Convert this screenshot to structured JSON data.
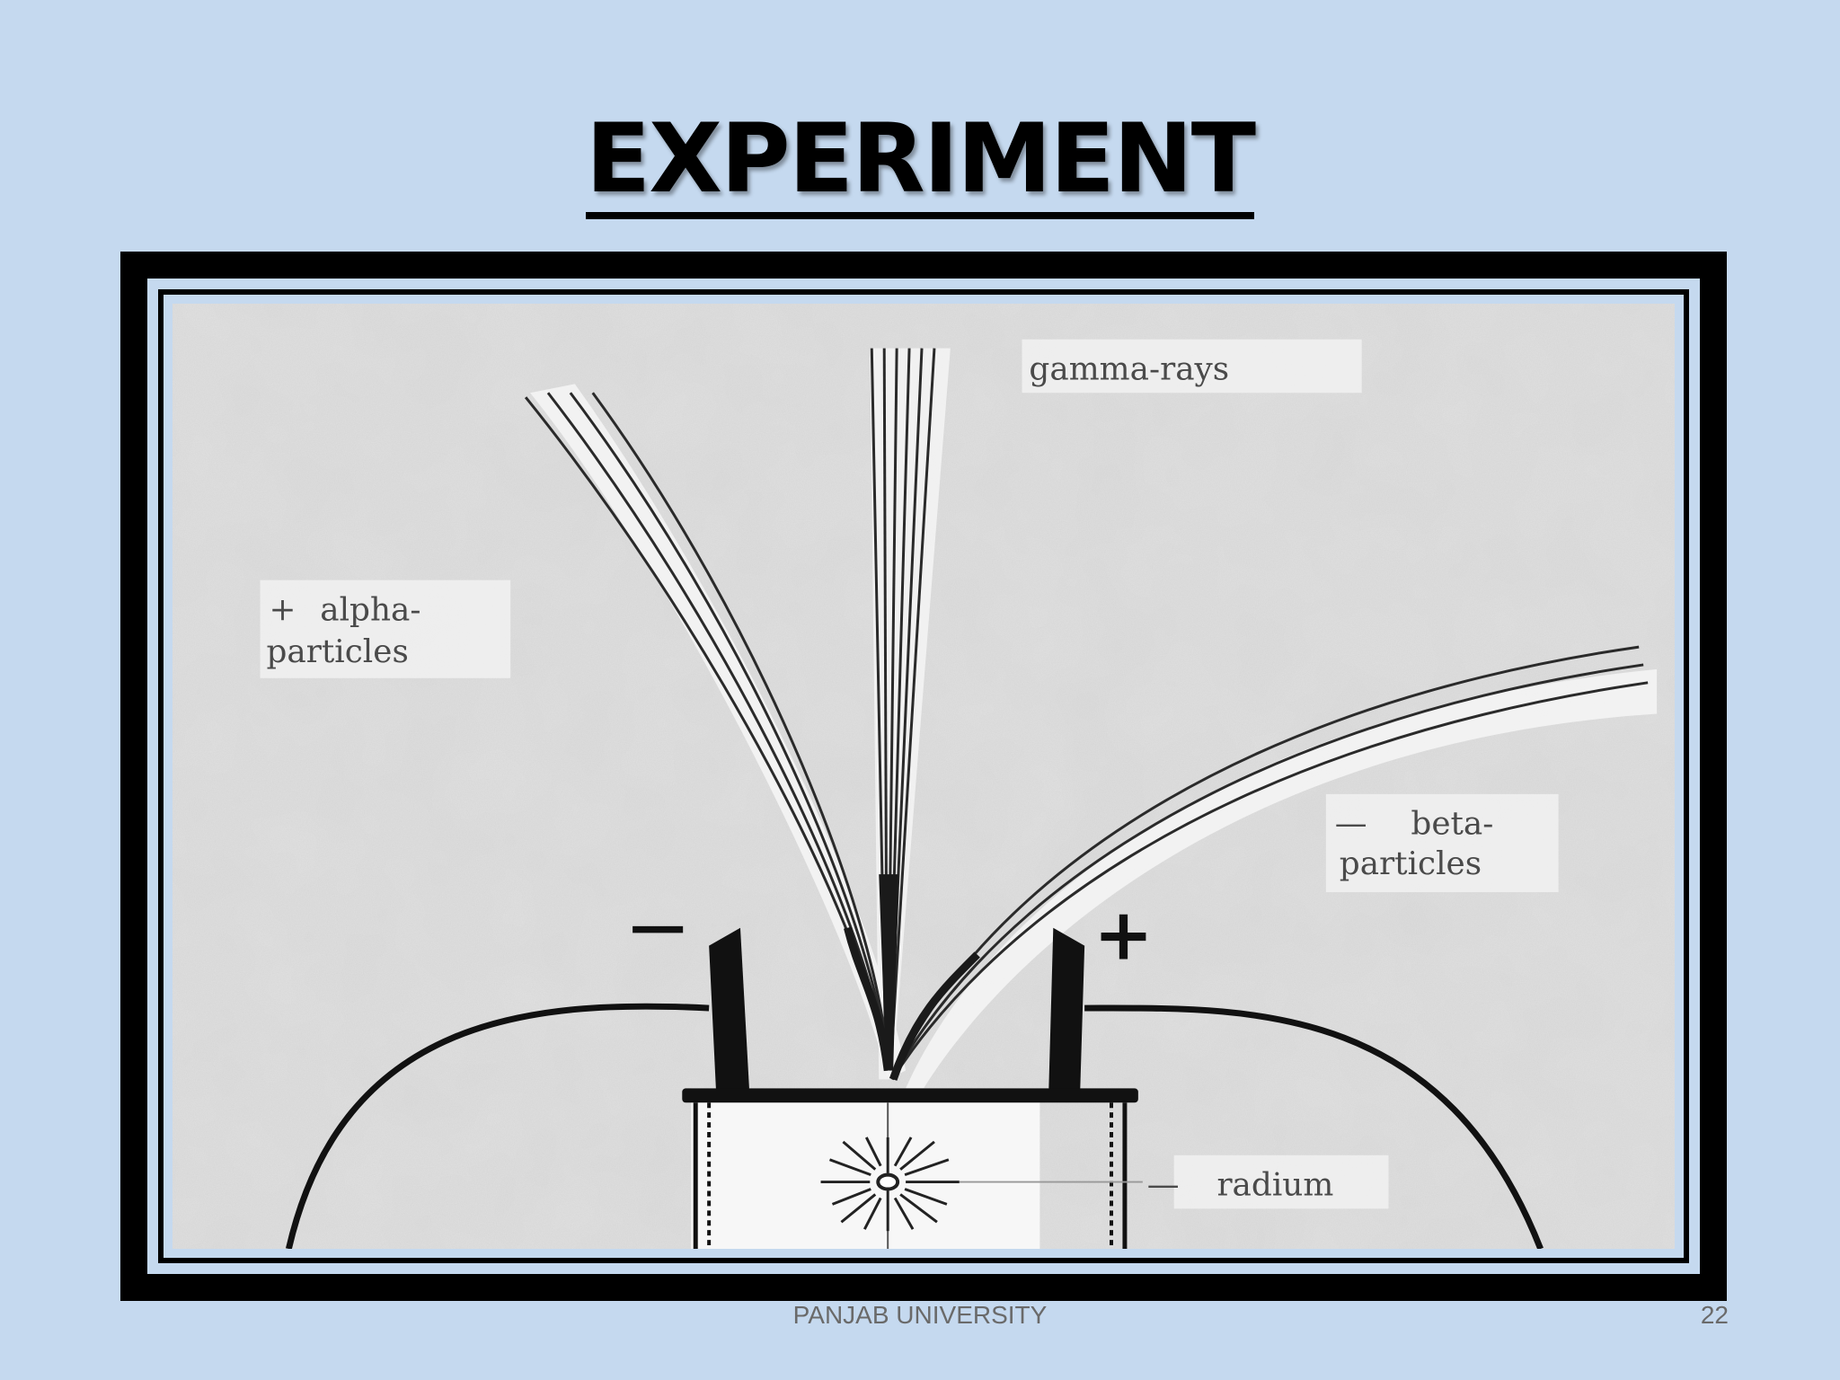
{
  "slide": {
    "title": "EXPERIMENT",
    "footer_text": "PANJAB UNIVERSITY",
    "page_number": "22"
  },
  "diagram": {
    "labels": {
      "gamma": "gamma-rays",
      "alpha_sign": "+",
      "alpha_line1": "alpha-",
      "alpha_line2": "particles",
      "beta_dash": "—",
      "beta_line1": "beta-",
      "beta_line2": "particles",
      "negative_plate": "−",
      "positive_plate": "+",
      "radium_dash": "—",
      "radium": "radium"
    }
  },
  "colors": {
    "background": "#c5d9ef",
    "frame": "#000000",
    "diagram_paper": "#e4e4e4",
    "ink": "#1a1a1a"
  }
}
